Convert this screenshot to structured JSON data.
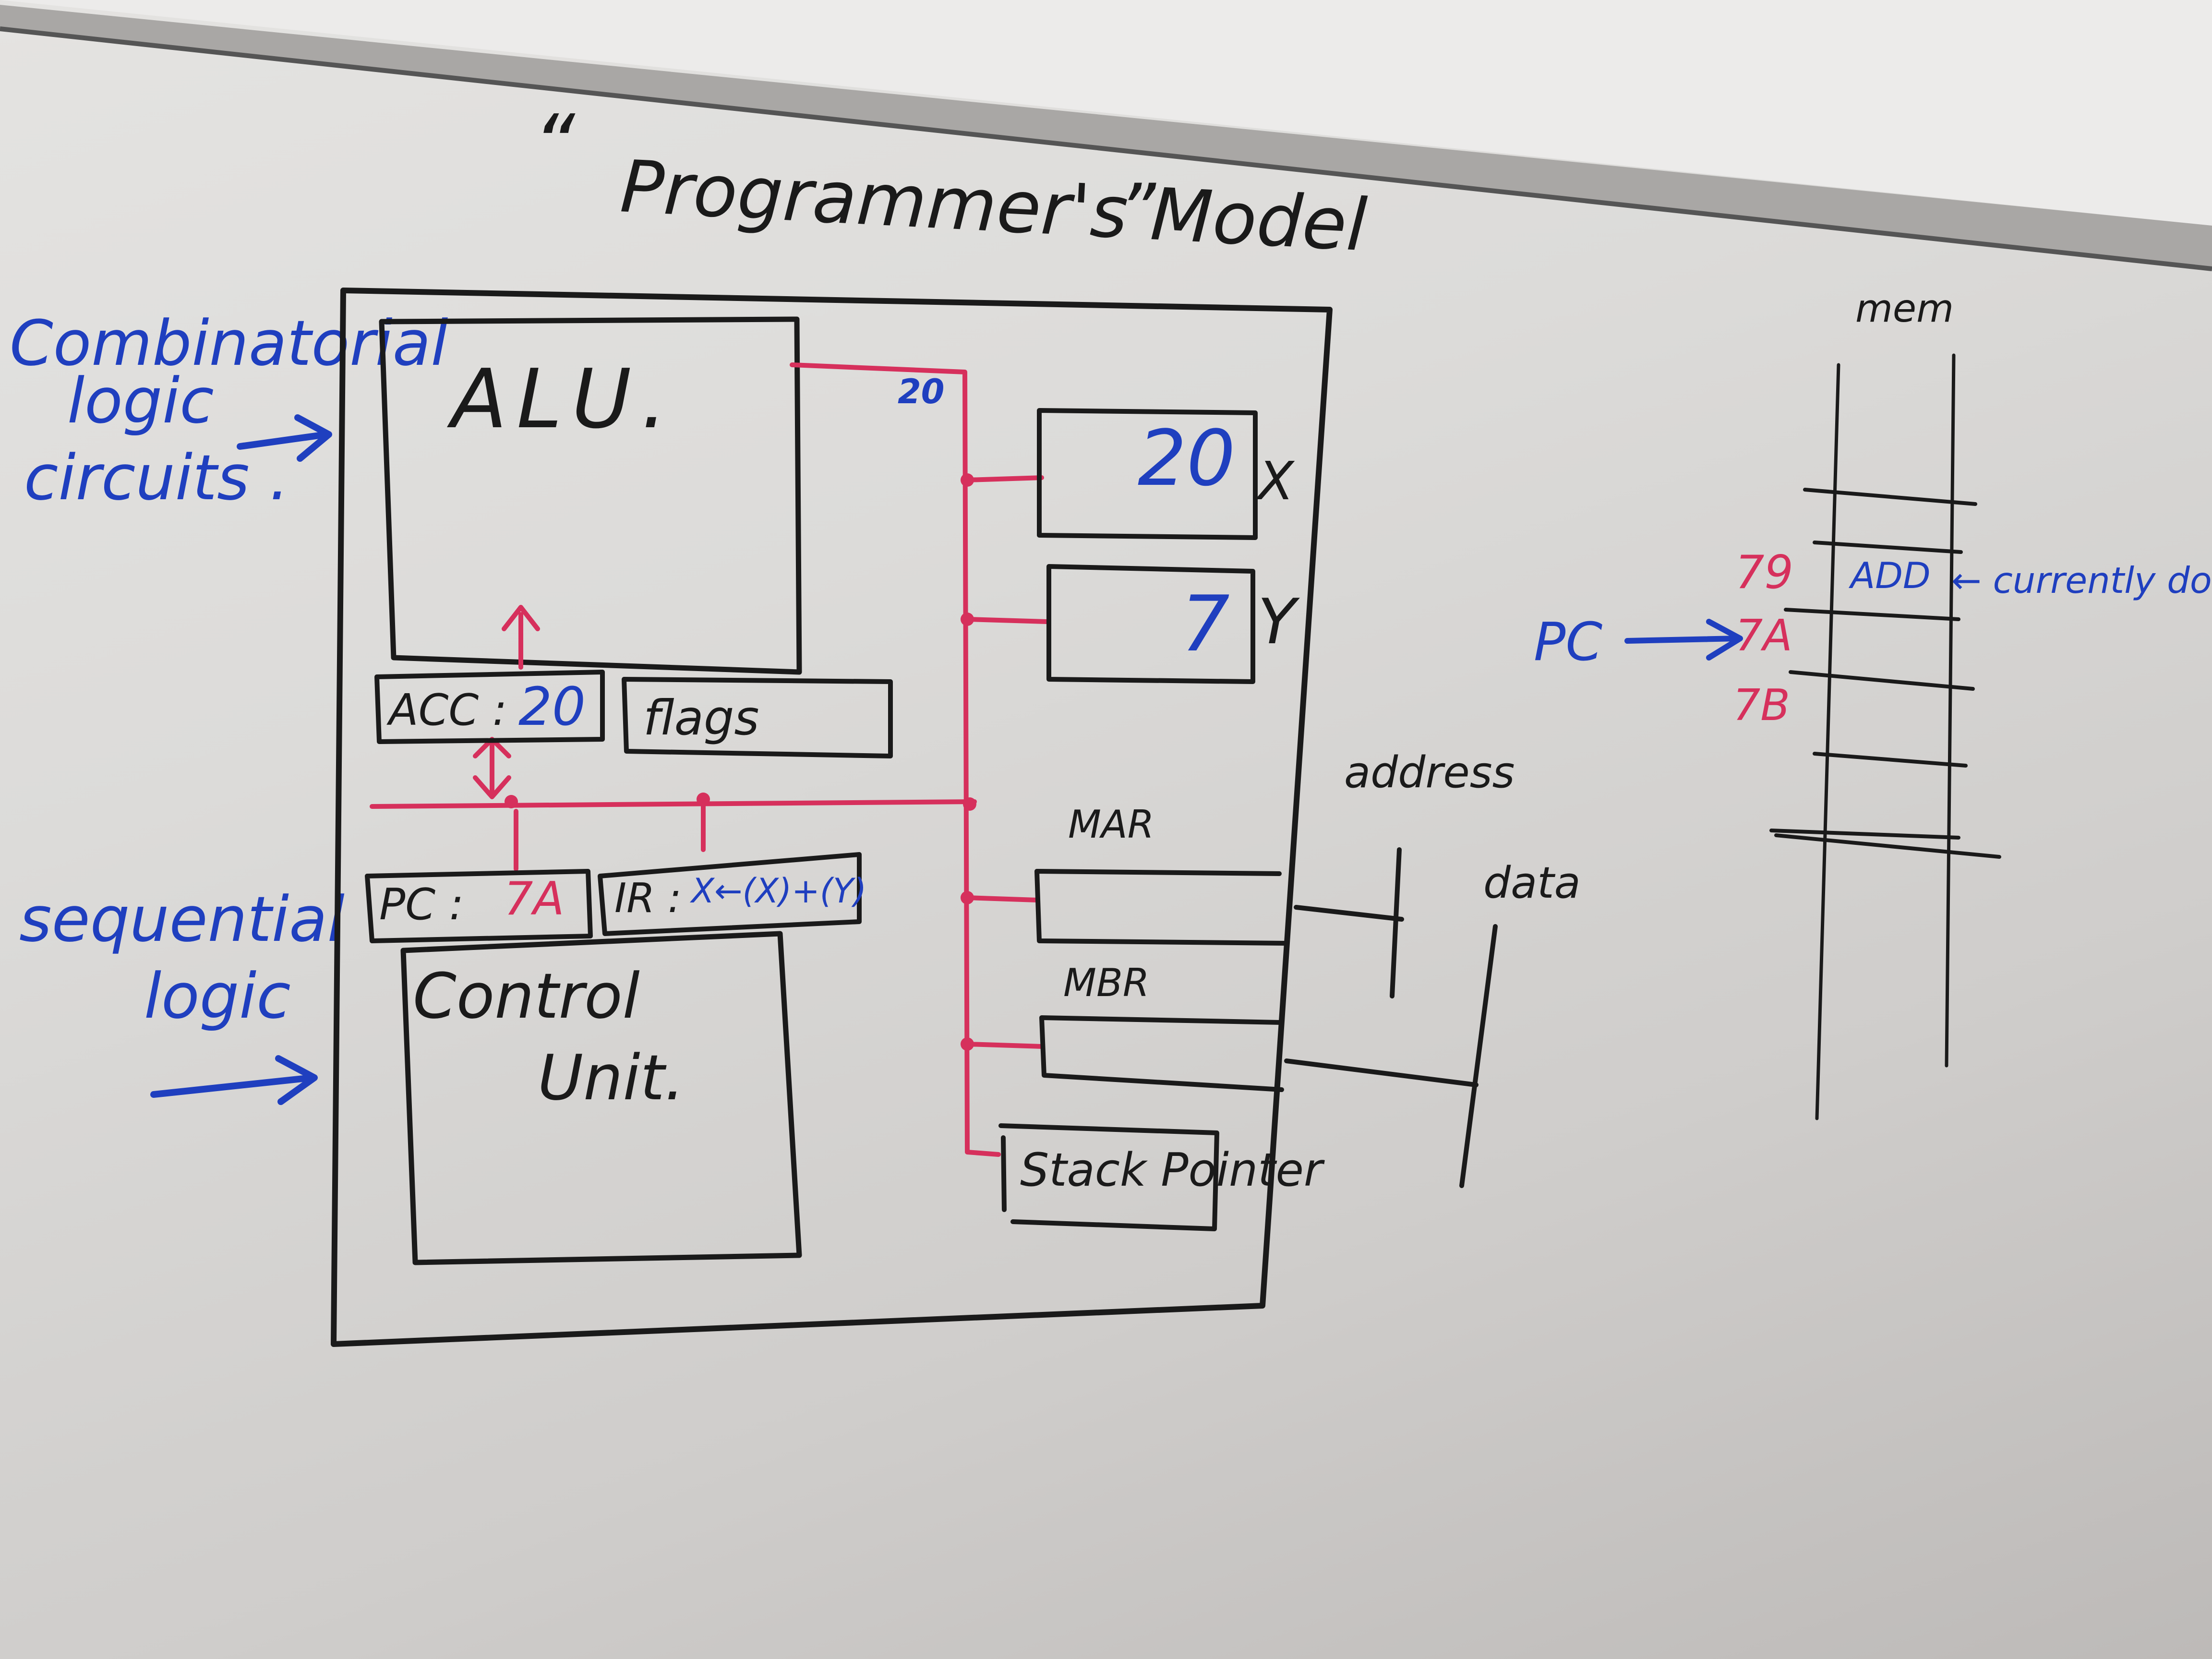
{
  "title": {
    "open_quote": "“",
    "text": "Programmer's Model",
    "close_quote": "”"
  },
  "annotations": {
    "combinatorial": [
      "Combinatorial",
      "logic",
      "circuits ."
    ],
    "sequential": [
      "sequential",
      "logic"
    ]
  },
  "cpu": {
    "alu": {
      "label": "ALU."
    },
    "bus_value_label": "20",
    "acc": {
      "label": "ACC :",
      "value": "20"
    },
    "flags": {
      "label": "flags"
    },
    "pc": {
      "label": "PC :",
      "value": "7A"
    },
    "ir": {
      "label": "IR :",
      "value": "X←(X)+(Y)"
    },
    "control_unit": {
      "label_line1": "Control",
      "label_line2": "Unit."
    },
    "reg_x": {
      "value": "20",
      "name": "X"
    },
    "reg_y": {
      "value": "7",
      "name": "Y"
    },
    "mar": {
      "label": "MAR"
    },
    "mbr": {
      "label": "MBR"
    },
    "stack_pointer": {
      "label": "Stack Pointer"
    }
  },
  "bus": {
    "address_label": "address",
    "data_label": "data"
  },
  "memory": {
    "title": "mem",
    "rows": [
      {
        "address": "79",
        "content": "ADD",
        "note": "← currently doing"
      },
      {
        "address": "7A",
        "content": "",
        "note": ""
      },
      {
        "address": "7B",
        "content": "",
        "note": ""
      }
    ],
    "pc_pointer_label": "PC"
  },
  "colors": {
    "black_marker": "#1a1a1a",
    "blue_marker": "#1f3fbf",
    "red_marker": "#d6305c",
    "board": "#dcdbd9"
  }
}
